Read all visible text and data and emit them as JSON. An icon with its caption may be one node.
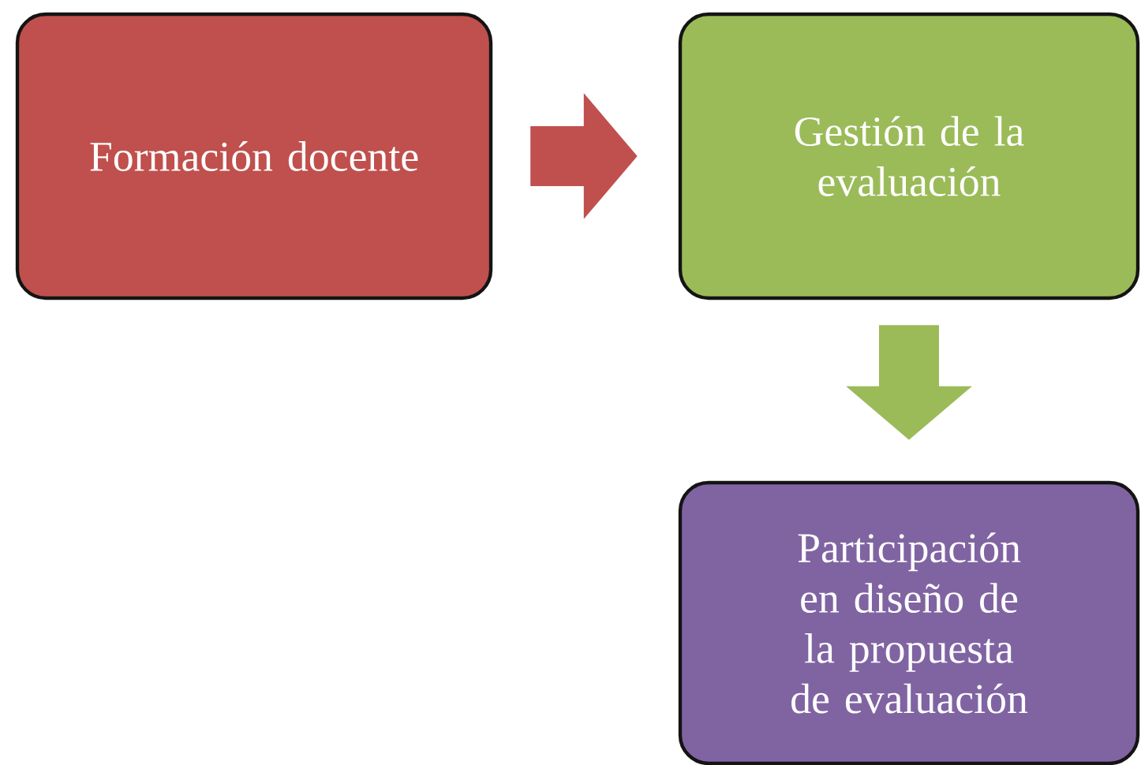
{
  "diagram": {
    "nodes": [
      {
        "text": [
          "Formación docente"
        ]
      },
      {
        "text": [
          "Gestión de la evaluación"
        ]
      },
      {
        "text": [
          "Participación en diseño de la propuesta de evaluación"
        ]
      }
    ],
    "edges": [
      {
        "from": 0,
        "to": 1,
        "arrow": "to",
        "color": "#c0504d"
      },
      {
        "from": 1,
        "to": 2,
        "arrow": "to",
        "color": "#9bbb59"
      }
    ]
  }
}
